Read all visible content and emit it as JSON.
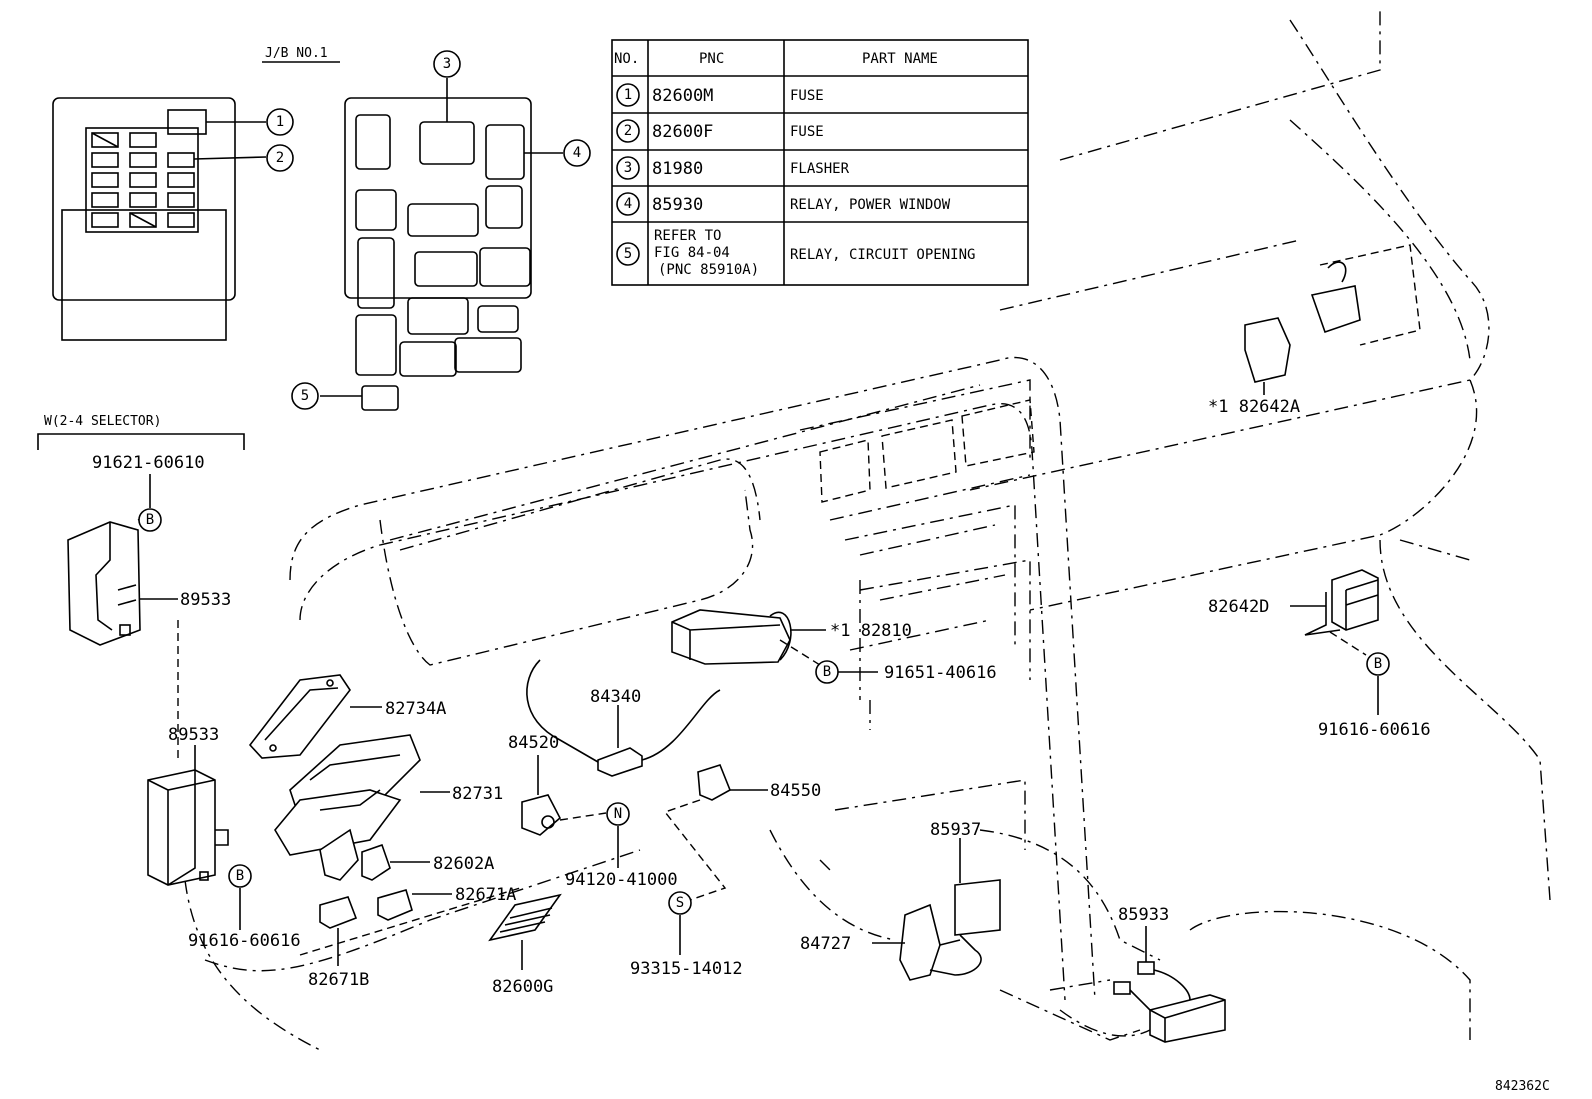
{
  "junction_block_title": "J/B NO.1",
  "selector_title": "W(2-4 SELECTOR)",
  "figure_code": "842362C",
  "table": {
    "headers": {
      "no": "NO.",
      "pnc": "PNC",
      "part_name": "PART NAME"
    },
    "rows": [
      {
        "no": "1",
        "pnc": "82600M",
        "name": "FUSE"
      },
      {
        "no": "2",
        "pnc": "82600F",
        "name": "FUSE"
      },
      {
        "no": "3",
        "pnc": "81980",
        "name": "FLASHER"
      },
      {
        "no": "4",
        "pnc": "85930",
        "name": "RELAY, POWER WINDOW"
      },
      {
        "no": "5",
        "pnc_lines": [
          "REFER TO",
          "FIG 84-04",
          "(PNC 85910A)"
        ],
        "name": "RELAY, CIRCUIT OPENING"
      }
    ]
  },
  "callouts": [
    "1",
    "2",
    "3",
    "4",
    "5"
  ],
  "markers": {
    "b": "B",
    "n": "N",
    "s": "S"
  },
  "parts": {
    "p91621": "91621-60610",
    "p89533_top": "89533",
    "p89533_mid": "89533",
    "p91616_left": "91616-60616",
    "p82734a": "82734A",
    "p82731": "82731",
    "p82602a": "82602A",
    "p82671a": "82671A",
    "p82671b": "82671B",
    "p82600g": "82600G",
    "p84340": "84340",
    "p84520": "84520",
    "p94120": "94120-41000",
    "p93315": "93315-14012",
    "p82810": "*1 82810",
    "p91651": "91651-40616",
    "p84550": "84550",
    "p85937": "85937",
    "p84727": "84727",
    "p85933": "85933",
    "p82642a": "*1 82642A",
    "p82642d": "82642D",
    "p91616_right": "91616-60616"
  }
}
